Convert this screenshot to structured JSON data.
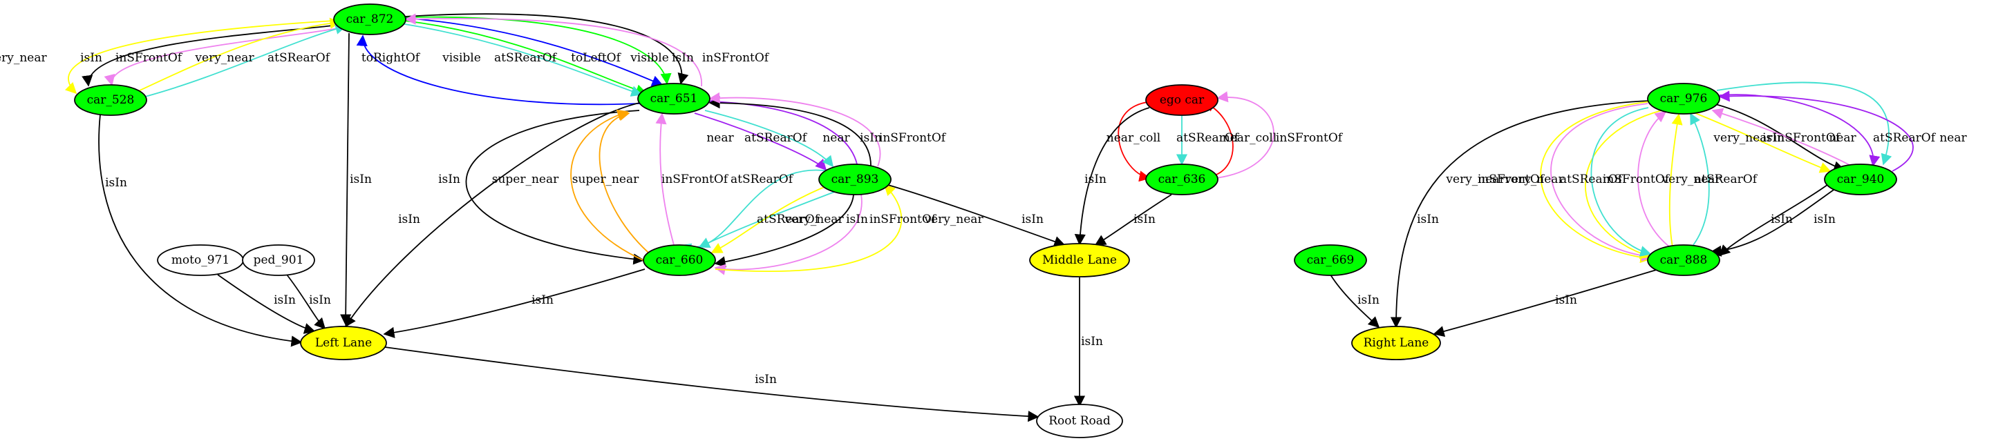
{
  "colors": {
    "green": "#00ff00",
    "yellow": "#ffff00",
    "red": "#ff0000",
    "white": "#ffffff",
    "black": "#000000",
    "blue": "#0000ff",
    "cyan": "#40e0d0",
    "violet": "#ee82ee",
    "purple": "#a020f0",
    "orange": "#ffa500"
  },
  "nodes": {
    "car_872": {
      "label": "car_872",
      "fill": "green"
    },
    "car_528": {
      "label": "car_528",
      "fill": "green"
    },
    "car_651": {
      "label": "car_651",
      "fill": "green"
    },
    "car_893": {
      "label": "car_893",
      "fill": "green"
    },
    "car_660": {
      "label": "car_660",
      "fill": "green"
    },
    "moto_971": {
      "label": "moto_971",
      "fill": "white"
    },
    "ped_901": {
      "label": "ped_901",
      "fill": "white"
    },
    "left_lane": {
      "label": "Left Lane",
      "fill": "yellow"
    },
    "ego_car": {
      "label": "ego car",
      "fill": "red"
    },
    "car_636": {
      "label": "car_636",
      "fill": "green"
    },
    "middle_lane": {
      "label": "Middle Lane",
      "fill": "yellow"
    },
    "root_road": {
      "label": "Root Road",
      "fill": "white"
    },
    "car_669": {
      "label": "car_669",
      "fill": "green"
    },
    "right_lane": {
      "label": "Right Lane",
      "fill": "yellow"
    },
    "car_976": {
      "label": "car_976",
      "fill": "green"
    },
    "car_940": {
      "label": "car_940",
      "fill": "green"
    },
    "car_888": {
      "label": "car_888",
      "fill": "green"
    }
  },
  "edges": [
    {
      "id": "e1",
      "label": "very_near",
      "color": "yellow"
    },
    {
      "id": "e2",
      "label": "isIn",
      "color": "black"
    },
    {
      "id": "e3",
      "label": "inSFrontOf",
      "color": "violet"
    },
    {
      "id": "e4",
      "label": "very_near",
      "color": "yellow"
    },
    {
      "id": "e5",
      "label": "atSRearOf",
      "color": "cyan"
    },
    {
      "id": "e6",
      "label": "isIn",
      "color": "black"
    },
    {
      "id": "e7",
      "label": "isIn",
      "color": "black"
    },
    {
      "id": "e8",
      "label": "toRightOf",
      "color": "blue"
    },
    {
      "id": "e9",
      "label": "visible",
      "color": "green"
    },
    {
      "id": "e10",
      "label": "atSRearOf",
      "color": "cyan"
    },
    {
      "id": "e11",
      "label": "toLeftOf",
      "color": "blue"
    },
    {
      "id": "e12",
      "label": "visible",
      "color": "green"
    },
    {
      "id": "e13",
      "label": "isIn",
      "color": "black"
    },
    {
      "id": "e14",
      "label": "inSFrontOf",
      "color": "violet"
    },
    {
      "id": "e15",
      "label": "isIn",
      "color": "black"
    },
    {
      "id": "e16",
      "label": "isIn",
      "color": "black"
    },
    {
      "id": "e17",
      "label": "super_near",
      "color": "orange"
    },
    {
      "id": "e18",
      "label": "super_near",
      "color": "orange"
    },
    {
      "id": "e19",
      "label": "inSFrontOf",
      "color": "violet"
    },
    {
      "id": "e20",
      "label": "atSRearOf",
      "color": "cyan"
    },
    {
      "id": "e21",
      "label": "near",
      "color": "purple"
    },
    {
      "id": "e22",
      "label": "atSRearOf",
      "color": "cyan"
    },
    {
      "id": "e23",
      "label": "near",
      "color": "purple"
    },
    {
      "id": "e24",
      "label": "isIn",
      "color": "black"
    },
    {
      "id": "e25",
      "label": "inSFrontOf",
      "color": "violet"
    },
    {
      "id": "e26",
      "label": "atSRearOf",
      "color": "cyan"
    },
    {
      "id": "e27",
      "label": "very_near",
      "color": "yellow"
    },
    {
      "id": "e28",
      "label": "isIn",
      "color": "black"
    },
    {
      "id": "e29",
      "label": "inSFrontOf",
      "color": "violet"
    },
    {
      "id": "e30",
      "label": "very_near",
      "color": "yellow"
    },
    {
      "id": "e31",
      "label": "isIn",
      "color": "black"
    },
    {
      "id": "e32",
      "label": "isIn",
      "color": "black"
    },
    {
      "id": "e33",
      "label": "isIn",
      "color": "black"
    },
    {
      "id": "e34",
      "label": "isIn",
      "color": "black"
    },
    {
      "id": "e35",
      "label": "isIn",
      "color": "black"
    },
    {
      "id": "e36",
      "label": "near_coll",
      "color": "red"
    },
    {
      "id": "e37",
      "label": "atSRearOf",
      "color": "cyan"
    },
    {
      "id": "e38",
      "label": "near_coll",
      "color": "red"
    },
    {
      "id": "e39",
      "label": "inSFrontOf",
      "color": "violet"
    },
    {
      "id": "e40",
      "label": "isIn",
      "color": "black"
    },
    {
      "id": "e41",
      "label": "isIn",
      "color": "black"
    },
    {
      "id": "e42",
      "label": "isIn",
      "color": "black"
    },
    {
      "id": "e43",
      "label": "isIn",
      "color": "black"
    },
    {
      "id": "e44",
      "label": "isIn",
      "color": "black"
    },
    {
      "id": "e45",
      "label": "isIn",
      "color": "black"
    },
    {
      "id": "e46",
      "label": "very_near",
      "color": "yellow"
    },
    {
      "id": "e47",
      "label": "inSFrontOf",
      "color": "violet"
    },
    {
      "id": "e48",
      "label": "very_near",
      "color": "yellow"
    },
    {
      "id": "e49",
      "label": "atSRearOf",
      "color": "cyan"
    },
    {
      "id": "e50",
      "label": "inSFrontOf",
      "color": "violet"
    },
    {
      "id": "e51",
      "label": "very_near",
      "color": "yellow"
    },
    {
      "id": "e52",
      "label": "atSRearOf",
      "color": "cyan"
    },
    {
      "id": "e53",
      "label": "very_near",
      "color": "yellow"
    },
    {
      "id": "e54",
      "label": "isIn",
      "color": "black"
    },
    {
      "id": "e55",
      "label": "inSFrontOf",
      "color": "violet"
    },
    {
      "id": "e56",
      "label": "near",
      "color": "purple"
    },
    {
      "id": "e57",
      "label": "atSRearOf",
      "color": "cyan"
    },
    {
      "id": "e58",
      "label": "near",
      "color": "purple"
    },
    {
      "id": "e59",
      "label": "isIn",
      "color": "black"
    },
    {
      "id": "e60",
      "label": "isIn",
      "color": "black"
    }
  ]
}
